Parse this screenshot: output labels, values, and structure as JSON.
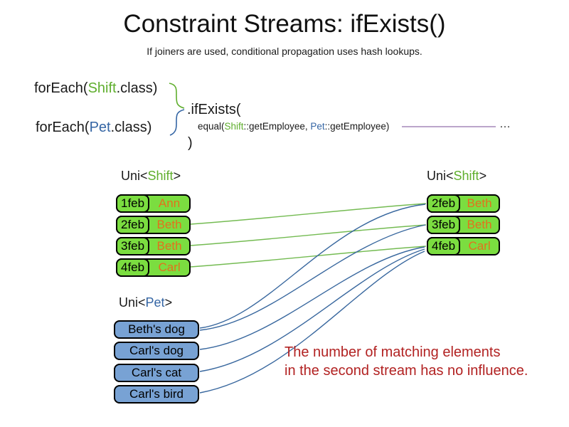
{
  "slide": {
    "title": "Constraint Streams: ifExists()",
    "subtitle": "If joiners are used, conditional propagation uses hash lookups."
  },
  "code": {
    "foreach_shift": {
      "prefix": "forEach(",
      "class_name": "Shift",
      "suffix": ".class)"
    },
    "foreach_pet": {
      "prefix": "forEach(",
      "class_name": "Pet",
      "suffix": ".class)"
    },
    "if_exists": ".ifExists(",
    "equal": {
      "prefix": "equal(",
      "shift": "Shift",
      "mid": "::getEmployee, ",
      "pet": "Pet",
      "suffix": "::getEmployee)"
    },
    "ellipsis": "…",
    "close_paren": ")"
  },
  "left_shift_table": {
    "label": {
      "prefix": "Uni<",
      "type": "Shift",
      "suffix": ">"
    },
    "rows": [
      {
        "date": "1feb",
        "name": "Ann"
      },
      {
        "date": "2feb",
        "name": "Beth"
      },
      {
        "date": "3feb",
        "name": "Beth"
      },
      {
        "date": "4feb",
        "name": "Carl"
      }
    ]
  },
  "right_shift_table": {
    "label": {
      "prefix": "Uni<",
      "type": "Shift",
      "suffix": ">"
    },
    "rows": [
      {
        "date": "2feb",
        "name": "Beth"
      },
      {
        "date": "3feb",
        "name": "Beth"
      },
      {
        "date": "4feb",
        "name": "Carl"
      }
    ]
  },
  "pet_table": {
    "label": {
      "prefix": "Uni<",
      "type": "Pet",
      "suffix": ">"
    },
    "rows": [
      {
        "name": "Beth's dog"
      },
      {
        "name": "Carl's dog"
      },
      {
        "name": "Carl's cat"
      },
      {
        "name": "Carl's bird"
      }
    ]
  },
  "annotation": {
    "line1": "The number of matching elements",
    "line2": "in the second stream has no influence."
  },
  "colors": {
    "green_fill": "#7bdd40",
    "green_text": "#5fae2d",
    "blue_text": "#3465a4",
    "blue_fill": "#78a2d4",
    "orange_text": "#e2711d",
    "green_line": "#74bb52",
    "blue_line": "#38679e",
    "purple_line": "#9270ac",
    "red_text": "#b22222"
  }
}
